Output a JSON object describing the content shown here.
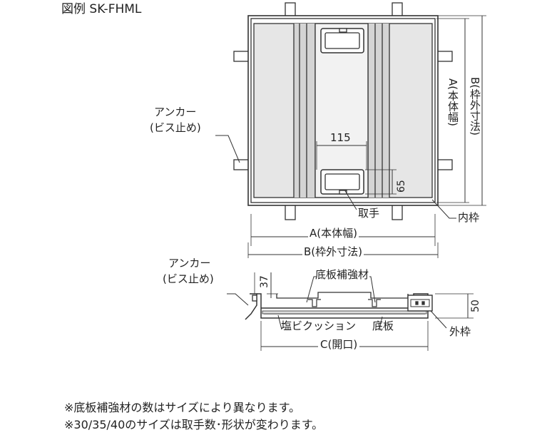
{
  "title": "図例 SK-FHML",
  "top_view": {
    "anchor_label_line1": "アンカー",
    "anchor_label_line2": "(ビス止め)",
    "handle_width": "115",
    "handle_depth": "65",
    "handle_label": "取手",
    "inner_frame_label": "内枠",
    "dim_a_horizontal": "A(本体幅)",
    "dim_b_horizontal": "B(枠外寸法)",
    "dim_a_vertical": "A(本体幅)",
    "dim_b_vertical": "B(枠外寸法)"
  },
  "section_view": {
    "anchor_label_line1": "アンカー",
    "anchor_label_line2": "(ビス止め)",
    "dim_37": "37",
    "dim_50": "50",
    "reinforcement_label": "底板補強材",
    "cushion_label": "塩ビクッション",
    "bottom_plate_label": "底板",
    "outer_frame_label": "外枠",
    "dim_c": "C(開口)"
  },
  "notes": [
    "※底板補強材の数はサイズにより異なります。",
    "※30/35/40のサイズは取手数･形状が変わります。"
  ],
  "colors": {
    "line": "#333333",
    "panel": "#e6e6e6",
    "stripe": "#cfcfcf",
    "frame_gap": "#ffffff"
  }
}
